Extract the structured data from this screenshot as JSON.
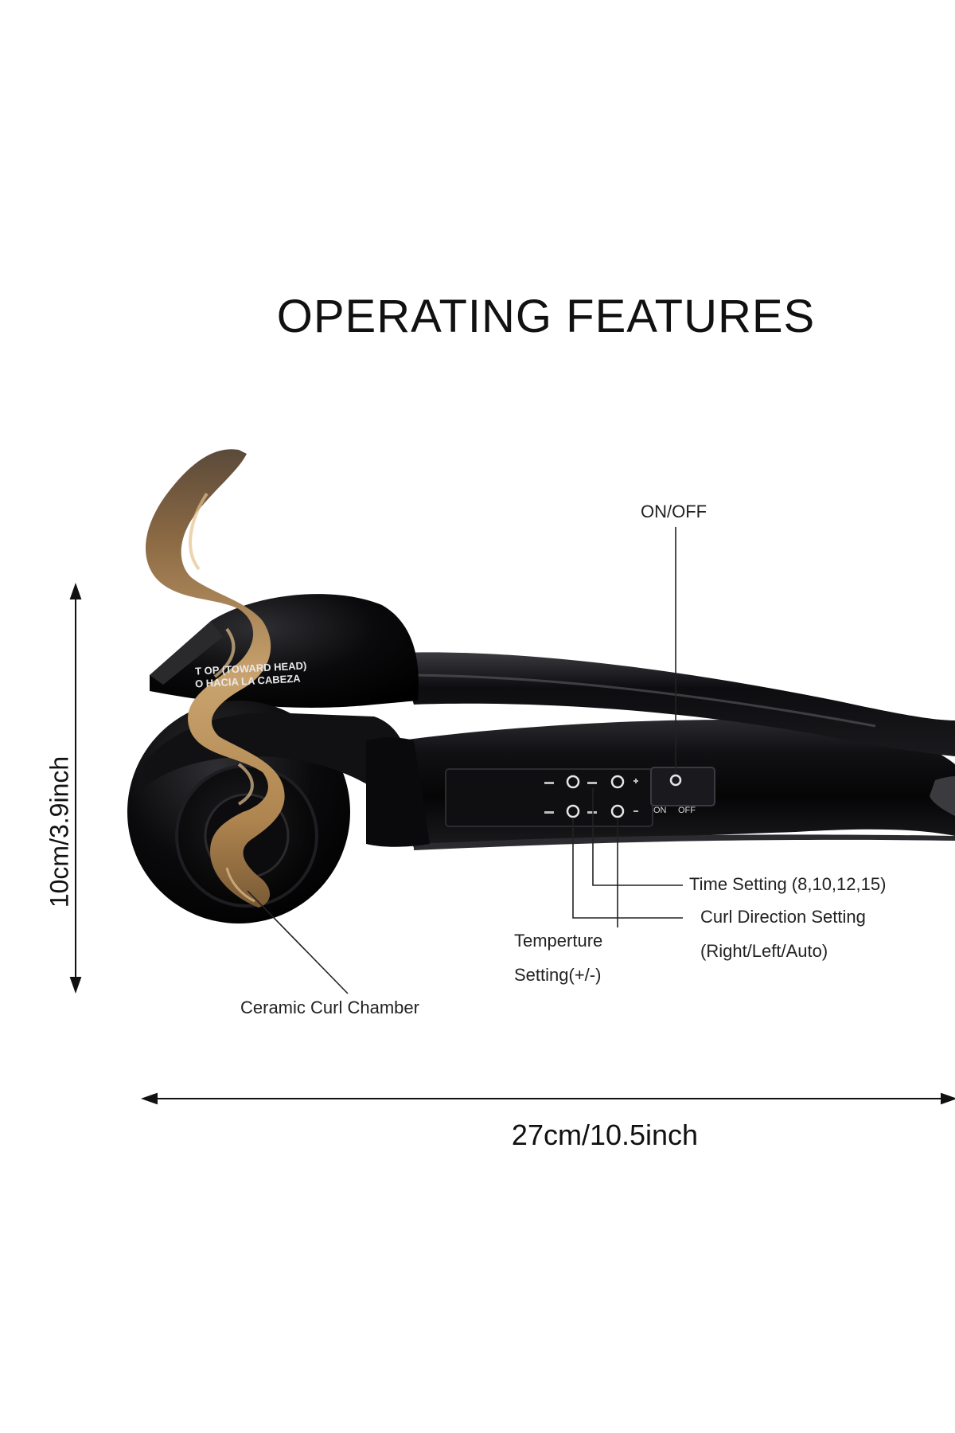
{
  "title": {
    "word1": "OPERATING",
    "word2": "FEATURES"
  },
  "labels": {
    "on_off": "ON/OFF",
    "time_setting": "Time Setting (8,10,12,15)",
    "curl_direction_line1": "Curl Direction Setting",
    "curl_direction_line2": "(Right/Left/Auto)",
    "temperature_line1": "Temperture",
    "temperature_line2": "Setting(+/-)",
    "ceramic_chamber": "Ceramic Curl Chamber"
  },
  "dimensions": {
    "width": "27cm/10.5inch",
    "height": "10cm/3.9inch"
  },
  "device_print": {
    "line1": "T    OP (TOWARD HEAD)",
    "line2": "O HACIA LA CABEZA",
    "switch_on": "ON",
    "switch_off": "OFF"
  },
  "colors": {
    "device_body": "#0b0b0d",
    "hair": "#a9824f",
    "line": "#222222"
  },
  "icons": {
    "arrow": "double-headed-arrow",
    "button": "ring-button"
  }
}
